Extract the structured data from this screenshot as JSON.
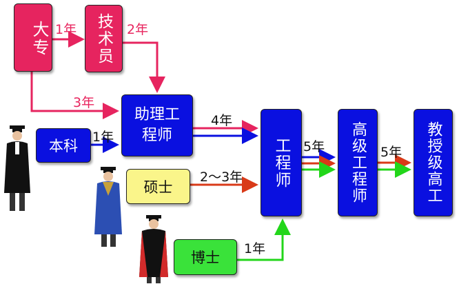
{
  "colors": {
    "pink": "#e6245f",
    "blue": "#0a10e0",
    "red": "#d93a18",
    "green": "#22d61a",
    "yellow": "#faf58a",
    "lime": "#3ae23a"
  },
  "nodes": {
    "dazhuan": "大专",
    "jishuyuan": "技术员",
    "benke": "本科",
    "zhuli": "助理工程师",
    "shuoshi": "硕士",
    "boshi": "博士",
    "gongchengshi": "工程师",
    "gaoji": "高级工程师",
    "jiaoshou": "教授级高工"
  },
  "edges": {
    "dazhuan_jishuyuan": "1年",
    "jishuyuan_zhuli": "2年",
    "dazhuan_zhuli": "3年",
    "benke_zhuli": "1年",
    "zhuli_gcs": "4年",
    "shuoshi_gcs": "2～3年",
    "boshi_gcs": "1年",
    "gcs_gaoji": "5年",
    "gaoji_jiaoshou": "5年"
  }
}
